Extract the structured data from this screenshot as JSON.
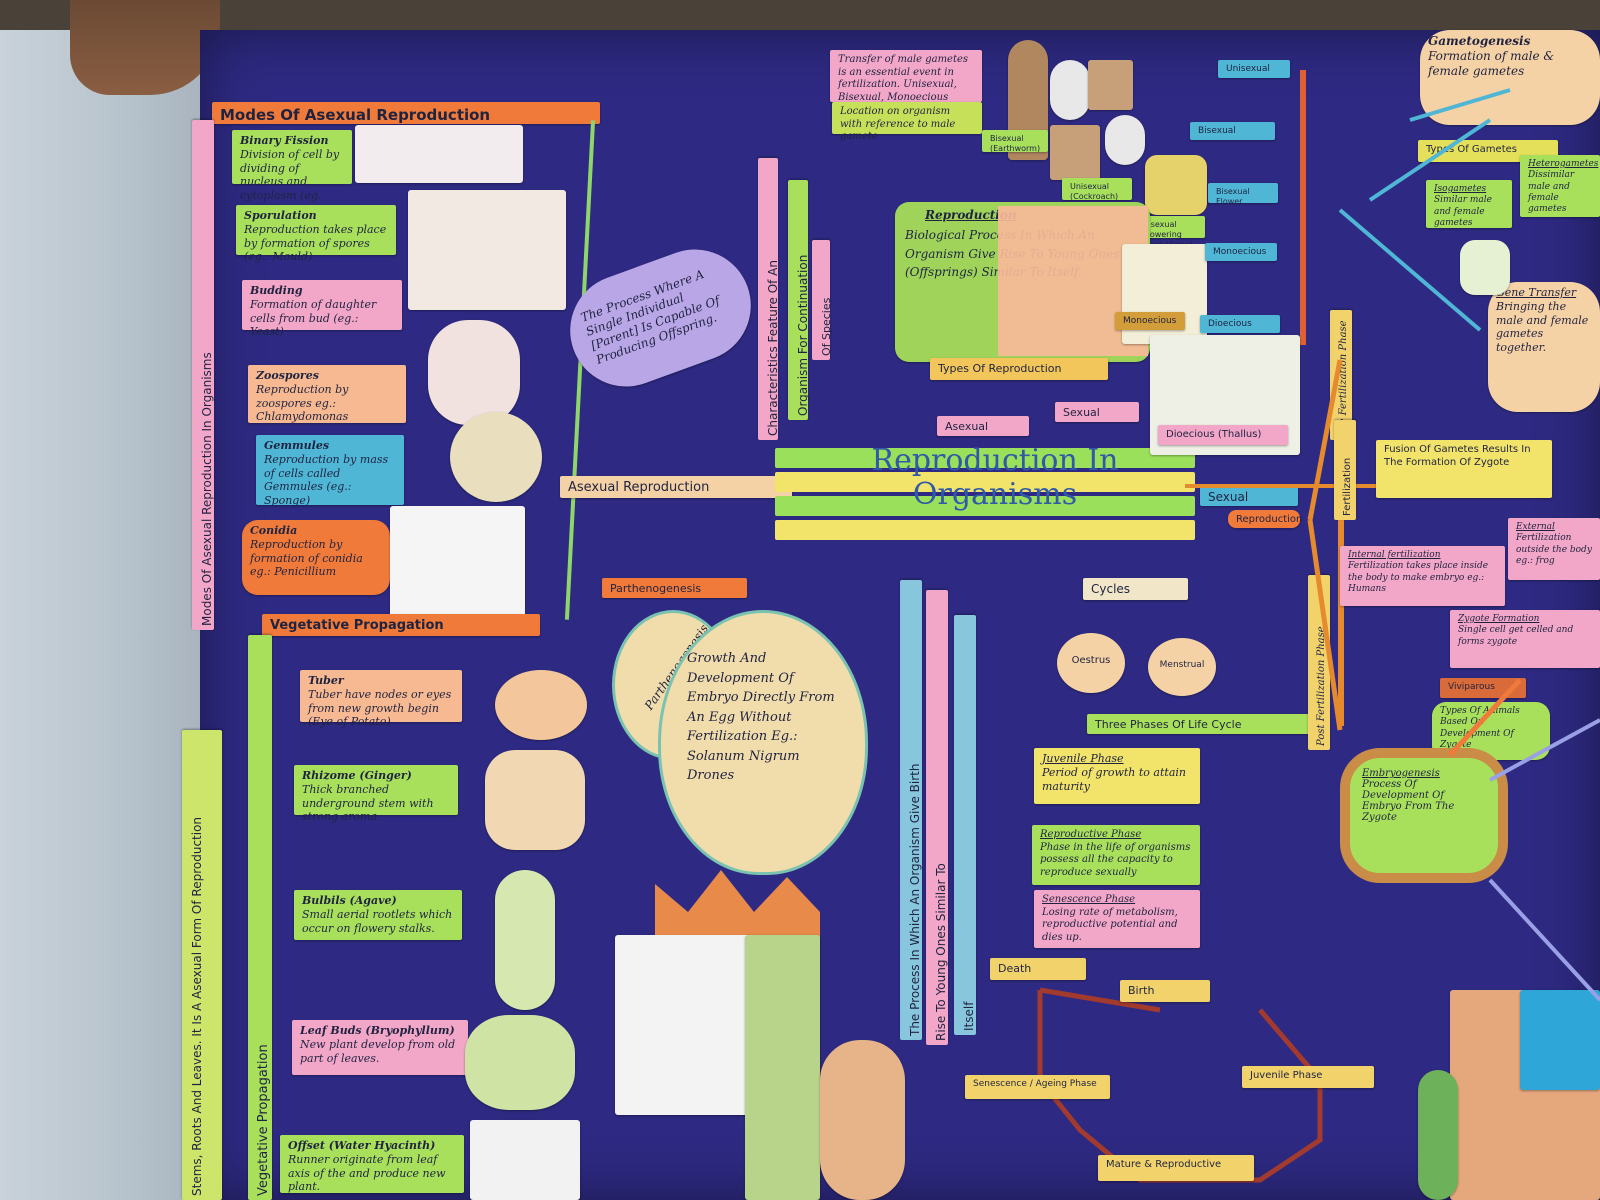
{
  "poster": {
    "title": [
      "Reproduction In",
      "Organisms"
    ],
    "main_branches": {
      "asexual": "Asexual Reproduction",
      "sexual": "Sexual",
      "sexual_sub": "Reproduction"
    },
    "modes": {
      "header": "Modes Of Asexual Reproduction",
      "side_label": "Modes Of Asexual Reproduction In Organisms",
      "items": [
        {
          "name": "Binary Fission",
          "desc": "Division of cell by dividing of nucleus and cytoplasm (eg. Amoeba)"
        },
        {
          "name": "Sporulation",
          "desc": "Reproduction takes place by formation of spores (eg.: Mould)"
        },
        {
          "name": "Budding",
          "desc": "Formation of daughter cells from bud (eg.: Yeast)"
        },
        {
          "name": "Zoospores",
          "desc": "Reproduction by zoospores eg.: Chlamydomonas"
        },
        {
          "name": "Gemmules",
          "desc": "Reproduction by mass of cells called Gemmules (eg.: Sponge)"
        },
        {
          "name": "Conidia",
          "desc": "Reproduction by formation of conidia eg.: Penicillium"
        }
      ]
    },
    "vegetative": {
      "header": "Vegetative Propagation",
      "side_label": "Vegetative Propagation",
      "items": [
        {
          "name": "Tuber",
          "desc": "Tuber have nodes or eyes from new growth begin (Eye of Potato)"
        },
        {
          "name": "Rhizome (Ginger)",
          "desc": "Thick branched underground stem with strong aroma."
        },
        {
          "name": "Bulbils (Agave)",
          "desc": "Small aerial rootlets which occur on flowery stalks."
        },
        {
          "name": "Leaf Buds (Bryophyllum)",
          "desc": "New plant develop from old part of leaves."
        },
        {
          "name": "Offset (Water Hyacinth)",
          "desc": "Runner originate from leaf axis of the and produce new plant."
        }
      ],
      "left_strip": "Stems, Roots And Leaves. It Is A Asexual Form Of Reproduction"
    },
    "definition_cloud": "The Process Where A Single Individual [Parent] Is Capable Of Producing Offspring.",
    "characteristics": [
      "Characteristics Feature Of An",
      "Organism For Continuation",
      "Of Species"
    ],
    "parthenogenesis": {
      "label": "Parthenogenesis",
      "leaf_label": "Parthenogenesis",
      "desc": "Growth And Development Of Embryo Directly From An Egg Without Fertilization Eg.: Solanum Nigrum Drones"
    },
    "reproduction_box": {
      "header": "Reproduction",
      "desc": "Biological Process In Which An Organism Give Rise To Young Ones (Offsprings) Similar To Itself.",
      "types_label": "Types Of Reproduction",
      "types": [
        "Asexual",
        "Sexual"
      ]
    },
    "top_notes": [
      "Transfer of male gametes is an essential event in fertilization. Unisexual, Bisexual, Monoecious",
      "Location on organism with reference to male gamete"
    ],
    "labels_small": [
      "Bisexual (Earthworm)",
      "Unisexual (Cockroach)",
      "Bisexual Flowering Plant (Sweet Potato)",
      "Monoecious",
      "Dioecious (Thallus)"
    ],
    "ladder": [
      "Unisexual",
      "Bisexual",
      "Bisexual Flower",
      "Monoecious",
      "Dioecious"
    ],
    "vertical_defs": [
      "The Process In Which An Organism Give Birth",
      "Rise To Young Ones Similar To",
      "Itself"
    ],
    "cycles": {
      "label": "Cycles",
      "items": [
        "Oestrus",
        "Menstrual"
      ]
    },
    "life_cycle": {
      "label": "Three Phases Of Life Cycle",
      "phases": [
        {
          "name": "Juvenile Phase",
          "desc": "Period of growth to attain maturity"
        },
        {
          "name": "Reproductive Phase",
          "desc": "Phase in the life of organisms possess all the capacity to reproduce sexually"
        },
        {
          "name": "Senescence Phase",
          "desc": "Losing rate of metabolism, reproductive potential and dies up."
        }
      ],
      "loop": [
        "Death",
        "Birth",
        "Juvenile Phase",
        "Mature & Reproductive",
        "Senescence / Ageing Phase"
      ]
    },
    "right_side": {
      "gametogenesis": "Gametogenesis",
      "gametogenesis_desc": "Formation of male & female gametes",
      "types_of_gametes": "Types Of Gametes",
      "isogametes": "Isogametes",
      "isogametes_desc": "Similar male and female gametes",
      "heterogametes": "Heterogametes",
      "heterogametes_desc": "Dissimilar male and female gametes",
      "gene_transfer": "Gene Transfer",
      "gene_transfer_desc": "Bringing the male and female gametes together.",
      "pre_fertilization": "Pre Fertilization Phase",
      "fertilization": "Fertilization",
      "fertilization_desc": "Fusion Of Gametes Results In The Formation Of Zygote",
      "post_fertilization": "Post Fertilization Phase",
      "external": "External",
      "external_desc": "Fertilization outside the body eg.: frog",
      "internal": "Internal fertilization",
      "internal_desc": "Fertilization takes place inside the body to make embryo eg.: Humans",
      "zygote": "Zygote Formation",
      "zygote_desc": "Single cell get celled and forms zygote",
      "viviparous": "Viviparous",
      "types_animals": "Types Of Animals Based On Development Of Zygote",
      "embryogenesis": "Embryogenesis",
      "embryogenesis_desc": "Process Of Development Of Embryo From The Zygote"
    }
  }
}
